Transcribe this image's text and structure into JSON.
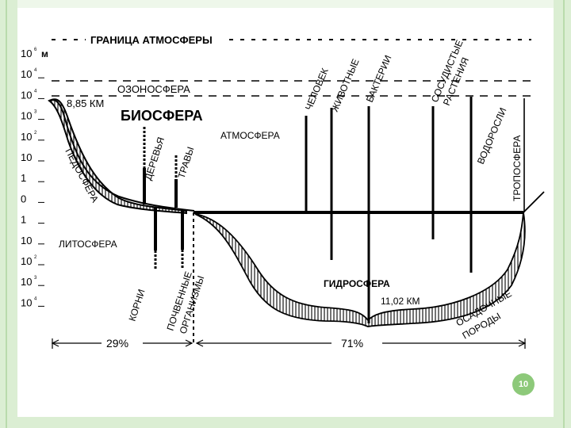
{
  "diagram": {
    "unit": "м",
    "scale_labels": [
      {
        "base": "10",
        "exp": "6"
      },
      {
        "base": "10",
        "exp": "4"
      },
      {
        "base": "10",
        "exp": "4"
      },
      {
        "base": "10",
        "exp": "3"
      },
      {
        "base": "10",
        "exp": "2"
      },
      {
        "base": "10",
        "exp": ""
      },
      {
        "base": "1",
        "exp": ""
      },
      {
        "base": "0",
        "exp": ""
      },
      {
        "base": "1",
        "exp": ""
      },
      {
        "base": "10",
        "exp": ""
      },
      {
        "base": "10",
        "exp": "2"
      },
      {
        "base": "10",
        "exp": "3"
      },
      {
        "base": "10",
        "exp": "4"
      }
    ],
    "atmosphere_boundary": "ГРАНИЦА АТМОСФЕРЫ",
    "ozonosphere": "ОЗОНОСФЕРА",
    "height_peak": "8,85 КМ",
    "biosphere": "БИОСФЕРА",
    "atmosphere": "АТМОСФЕРА",
    "pedosphere": "ПЕДОСФЕРА",
    "trees": "ДЕРЕВЬЯ",
    "grasses": "ТРАВЫ",
    "lithosphere": "ЛИТОСФЕРА",
    "roots": "КОРНИ",
    "soil_organisms_line1": "ПОЧВЕННЫЕ",
    "soil_organisms_line2": "ОРГАНИЗМЫ",
    "human": "ЧЕЛОВЕК",
    "animals": "ЖИВОТНЫЕ",
    "bacteria": "БАКТЕРИИ",
    "vascular_line1": "СОСУДИСТЫЕ",
    "vascular_line2": "РАСТЕНИЯ",
    "algae": "ВОДОРОСЛИ",
    "troposphere": "ТРОПОСФЕРА",
    "hydrosphere": "ГИДРОСФЕРА",
    "depth": "11,02 КМ",
    "sediments_line1": "ОСАДОЧНЫЕ",
    "sediments_line2": "ПОРОДЫ",
    "land_share": "29%",
    "ocean_share": "71%"
  },
  "page_number": "10",
  "colors": {
    "frame": "#dbeed3",
    "badge": "#8dc97a",
    "ink": "#000000"
  }
}
